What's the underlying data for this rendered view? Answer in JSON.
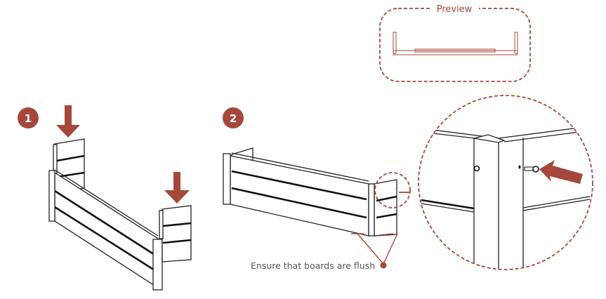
{
  "preview": {
    "label": "Preview"
  },
  "steps": [
    {
      "number": "1"
    },
    {
      "number": "2",
      "note": "Ensure that boards are flush"
    }
  ],
  "colors": {
    "accent": "#a5483b",
    "line": "#222222"
  }
}
